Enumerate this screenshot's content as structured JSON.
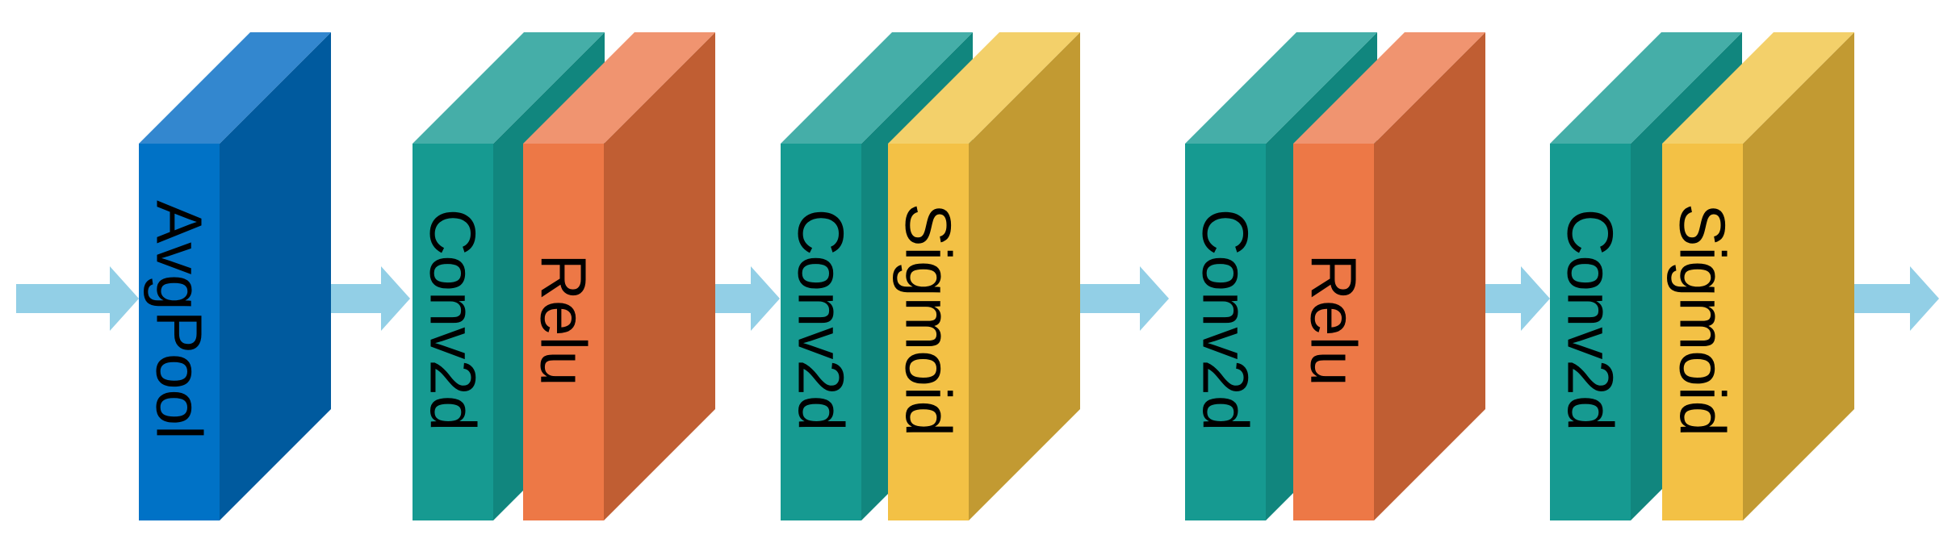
{
  "colors": {
    "background": "#ffffff",
    "arrow": "#92cfe6",
    "avgpool": {
      "front": "#0072c6",
      "top": "#3387cf",
      "side": "#005a9e"
    },
    "conv2d": {
      "front": "#169a91",
      "top": "#45aea8",
      "side": "#11867e"
    },
    "relu": {
      "front": "#ed7846",
      "top": "#f09470",
      "side": "#c05e33"
    },
    "sigmoid": {
      "front": "#f3c145",
      "top": "#f3d06a",
      "side": "#c29a32"
    }
  },
  "blocks": [
    {
      "kind": "avgpool",
      "label": "AvgPool"
    },
    {
      "kind": "conv2d",
      "label": "Conv2d"
    },
    {
      "kind": "relu",
      "label": "Relu"
    },
    {
      "kind": "conv2d",
      "label": "Conv2d"
    },
    {
      "kind": "sigmoid",
      "label": "Sigmoid"
    },
    {
      "kind": "conv2d",
      "label": "Conv2d"
    },
    {
      "kind": "relu",
      "label": "Relu"
    },
    {
      "kind": "conv2d",
      "label": "Conv2d"
    },
    {
      "kind": "sigmoid",
      "label": "Sigmoid"
    }
  ],
  "arrows": [
    {
      "name": "input"
    },
    {
      "name": "avgpool-to-conv2d"
    },
    {
      "name": "relu-to-conv2d"
    },
    {
      "name": "sigmoid-to-conv2d"
    },
    {
      "name": "relu-to-conv2d"
    },
    {
      "name": "output"
    }
  ]
}
